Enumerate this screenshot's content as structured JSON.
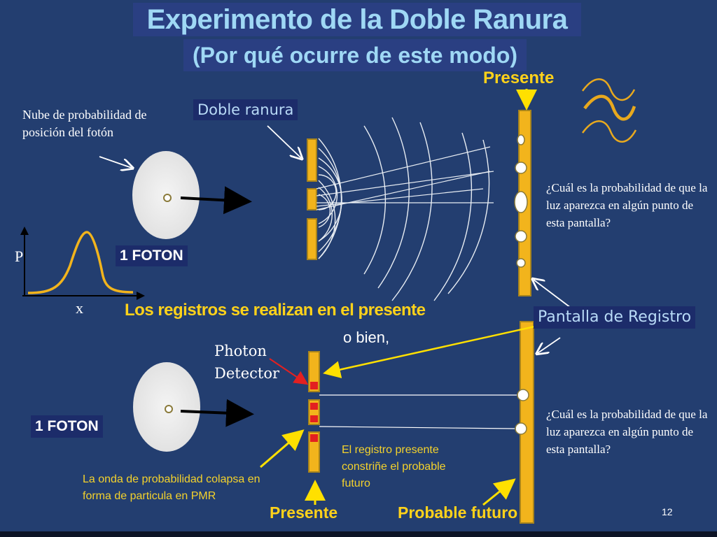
{
  "title": "Experimento de la Doble Ranura",
  "subtitle": "(Por qué ocurre de este modo)",
  "labels": {
    "presente_top": "Presente",
    "doble_ranura": "Doble ranura",
    "nube": "Nube de probabilidad de posición del fotón",
    "foton_top": "1 FOTON",
    "foton_bottom": "1 FOTON",
    "axis_p": "P",
    "axis_x": "x",
    "registros": "Los registros se realizan en el presente",
    "o_bien": "o bien,",
    "pantalla": "Pantalla de Registro",
    "photon_detector": "Photon Detector",
    "question_top": "¿Cuál es la probabilidad de que la luz aparezca en algún punto de esta pantalla?",
    "question_bottom": "¿Cuál es la probabilidad de que la luz aparezca en algún punto de esta pantalla?",
    "registro_presente": "El registro presente constriñe el probable futuro",
    "onda_colapsa": "La onda de probabilidad colapsa en forma de particula en PMR",
    "presente_bottom": "Presente",
    "probable_futuro": "Probable futuro",
    "page_number": "12"
  },
  "colors": {
    "background": "#233e70",
    "slit": "#f2b41c",
    "detector": "#e32020",
    "annotation_yellow": "#ffd21a",
    "title_text": "#9fd8f5"
  },
  "icons": [
    "wave-icon",
    "photon-cloud-icon",
    "arrow-icon"
  ]
}
